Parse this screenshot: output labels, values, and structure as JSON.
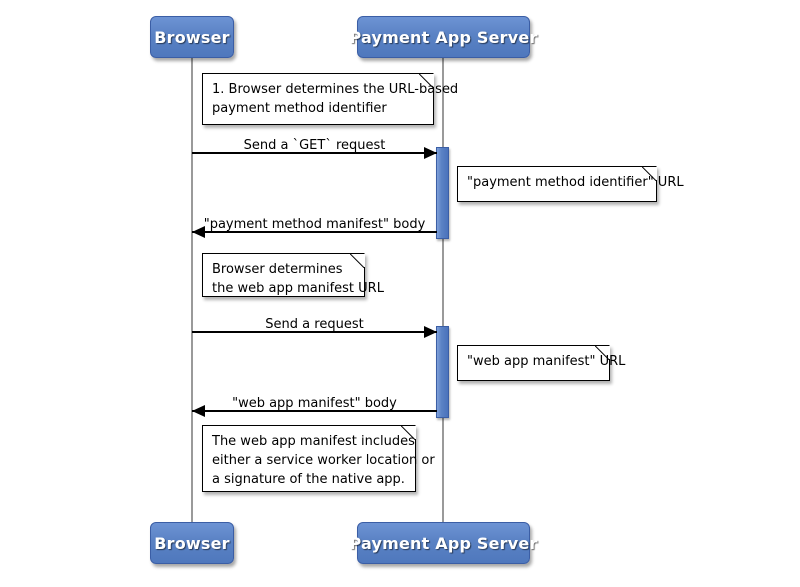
{
  "diagram": {
    "type": "sequence-diagram",
    "title": "Payment method manifest and web app manifest retrieval",
    "colors": {
      "participant_fill": "#5a82c4",
      "participant_border": "#3b5ea5",
      "participant_text": "#ffffff",
      "lifeline": "#9a9a9a",
      "activation_fill": "#5b82c5",
      "note_fill": "#ffffff",
      "note_border": "#000000",
      "message_line": "#000000",
      "background": "#ffffff"
    },
    "participants": [
      {
        "id": "browser",
        "label": "Browser"
      },
      {
        "id": "server",
        "label": "Payment App Server"
      }
    ],
    "participants_bottom": [
      {
        "id": "browser",
        "label": "Browser"
      },
      {
        "id": "server",
        "label": "Payment App Server"
      }
    ],
    "messages": [
      {
        "id": "m1",
        "label": "Send a `GET` request",
        "from": "browser",
        "to": "server",
        "direction": "right"
      },
      {
        "id": "m2",
        "label": "\"payment method manifest\" body",
        "from": "server",
        "to": "browser",
        "direction": "left"
      },
      {
        "id": "m3",
        "label": "Send a request",
        "from": "browser",
        "to": "server",
        "direction": "right"
      },
      {
        "id": "m4",
        "label": "\"web app manifest\" body",
        "from": "server",
        "to": "browser",
        "direction": "left"
      }
    ],
    "notes": [
      {
        "id": "n1",
        "anchor": "browser",
        "lines": [
          "1. Browser determines the URL-based",
          "payment method identifier"
        ]
      },
      {
        "id": "n2",
        "anchor": "server",
        "lines": [
          "\"payment method identifier\" URL"
        ]
      },
      {
        "id": "n3",
        "anchor": "browser",
        "lines": [
          "Browser determines",
          "the web app manifest URL"
        ]
      },
      {
        "id": "n4",
        "anchor": "server",
        "lines": [
          "\"web app manifest\" URL"
        ]
      },
      {
        "id": "n5",
        "anchor": "browser",
        "lines": [
          "The web app manifest includes",
          "either a service worker location or",
          "a signature of the native app."
        ]
      }
    ]
  }
}
